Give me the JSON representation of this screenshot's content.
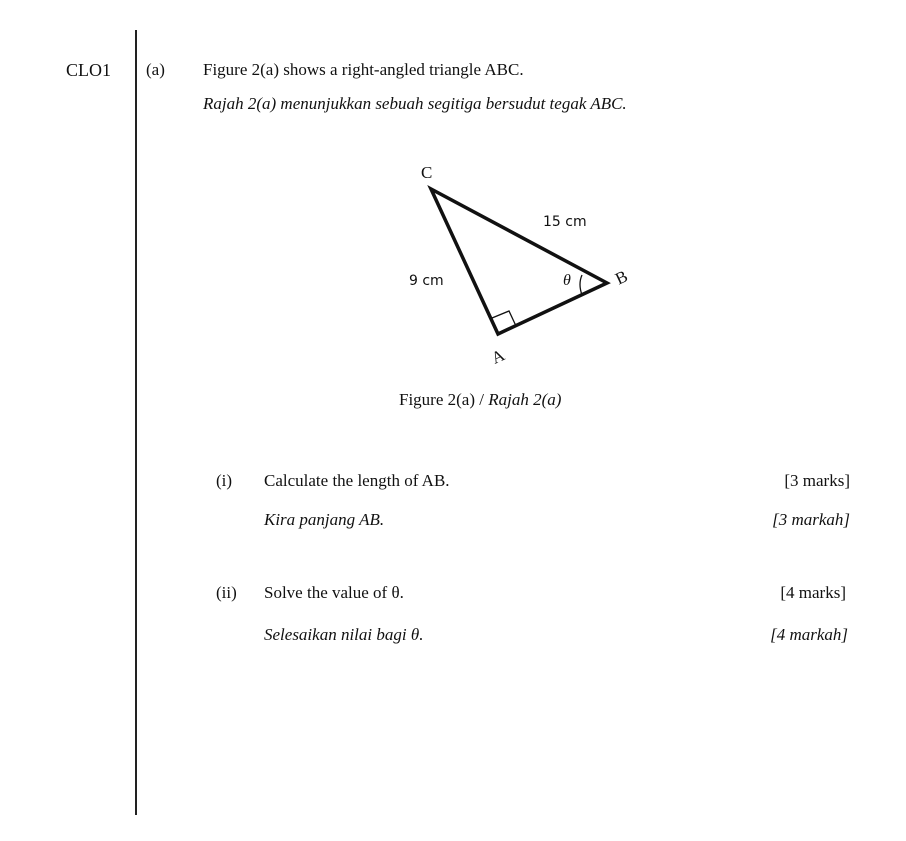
{
  "clo": "CLO1",
  "part": "(a)",
  "intro_en": "Figure 2(a) shows a right-angled triangle ABC.",
  "intro_ms": "Rajah 2(a) menunjukkan sebuah segitiga bersudut tegak ABC.",
  "figure": {
    "vertex_a": "A",
    "vertex_b": "B",
    "vertex_c": "C",
    "side_ac": "9 cm",
    "side_bc": "15 cm",
    "angle": "θ",
    "caption_en": "Figure 2(a) / ",
    "caption_ms": "Rajah 2(a)"
  },
  "questions": [
    {
      "num": "(i)",
      "en": "Calculate the length of AB.",
      "ms": "Kira panjang AB.",
      "marks_en": "[3 marks]",
      "marks_ms": "[3 markah]"
    },
    {
      "num": "(ii)",
      "en": "Solve the value of θ.",
      "ms": "Selesaikan nilai bagi θ.",
      "marks_en": "[4 marks]",
      "marks_ms": "[4 markah]"
    }
  ]
}
